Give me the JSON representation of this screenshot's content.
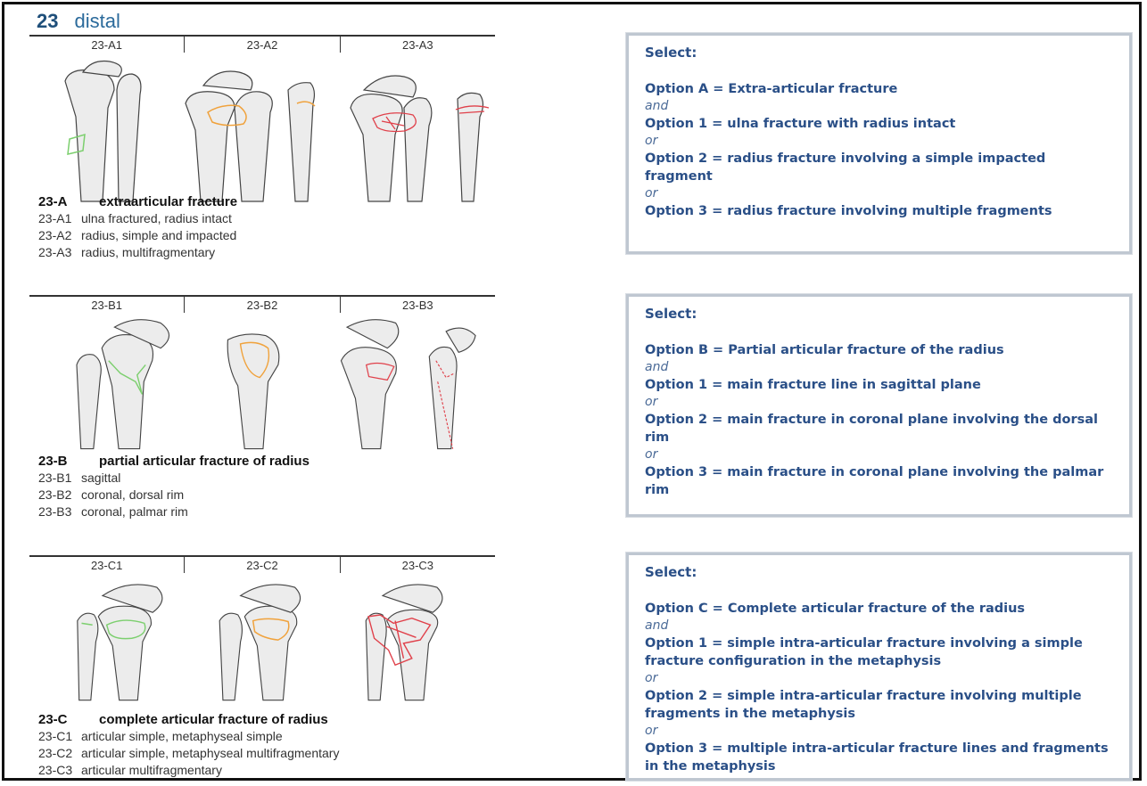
{
  "header": {
    "number": "23",
    "word": "distal"
  },
  "groups": [
    {
      "codes": [
        "23-A1",
        "23-A2",
        "23-A3"
      ],
      "title_code": "23-A",
      "title_text": "extraarticular fracture",
      "rows": [
        {
          "code": "23-A1",
          "text": "ulna fractured, radius intact"
        },
        {
          "code": "23-A2",
          "text": "radius, simple and impacted"
        },
        {
          "code": "23-A3",
          "text": "radius, multifragmentary"
        }
      ]
    },
    {
      "codes": [
        "23-B1",
        "23-B2",
        "23-B3"
      ],
      "title_code": "23-B",
      "title_text": "partial articular fracture of radius",
      "rows": [
        {
          "code": "23-B1",
          "text": "sagittal"
        },
        {
          "code": "23-B2",
          "text": "coronal, dorsal rim"
        },
        {
          "code": "23-B3",
          "text": "coronal, palmar rim"
        }
      ]
    },
    {
      "codes": [
        "23-C1",
        "23-C2",
        "23-C3"
      ],
      "title_code": "23-C",
      "title_text": "complete articular fracture of radius",
      "rows": [
        {
          "code": "23-C1",
          "text": "articular simple, metaphyseal simple"
        },
        {
          "code": "23-C2",
          "text": "articular simple, metaphyseal multifragmentary"
        },
        {
          "code": "23-C3",
          "text": "articular multifragmentary"
        }
      ]
    }
  ],
  "boxes": [
    {
      "select": "Select:",
      "lines": [
        {
          "kind": "opt",
          "text": "Option A = Extra-articular fracture"
        },
        {
          "kind": "conj",
          "text": "and"
        },
        {
          "kind": "opt",
          "text": "Option 1 = ulna fracture with radius intact"
        },
        {
          "kind": "conj",
          "text": "or"
        },
        {
          "kind": "opt",
          "text": "Option 2 = radius fracture involving a simple impacted fragment"
        },
        {
          "kind": "conj",
          "text": "or"
        },
        {
          "kind": "opt",
          "text": "Option 3 = radius fracture involving multiple fragments"
        }
      ]
    },
    {
      "select": "Select:",
      "lines": [
        {
          "kind": "opt",
          "text": "Option B = Partial articular fracture of the radius"
        },
        {
          "kind": "conj",
          "text": "and"
        },
        {
          "kind": "opt",
          "text": "Option 1 = main fracture line in sagittal plane"
        },
        {
          "kind": "conj",
          "text": "or"
        },
        {
          "kind": "opt",
          "text": "Option 2 = main fracture in coronal plane involving the dorsal rim"
        },
        {
          "kind": "conj",
          "text": "or"
        },
        {
          "kind": "opt",
          "text": "Option 3 = main fracture in coronal plane involving the palmar rim"
        }
      ]
    },
    {
      "select": "Select:",
      "lines": [
        {
          "kind": "opt",
          "text": "Option C = Complete articular fracture of the radius"
        },
        {
          "kind": "conj",
          "text": "and"
        },
        {
          "kind": "opt",
          "text": "Option 1 = simple intra-articular fracture involving a simple fracture configuration in the metaphysis"
        },
        {
          "kind": "conj",
          "text": "or"
        },
        {
          "kind": "opt",
          "text": "Option 2 = simple intra-articular fracture involving multiple fragments in the metaphysis"
        },
        {
          "kind": "conj",
          "text": "or"
        },
        {
          "kind": "opt",
          "text": "Option 3 = multiple intra-articular fracture lines and fragments in the metaphysis"
        }
      ]
    }
  ],
  "colors": {
    "green": "#7ccf6e",
    "orange": "#f0a23c",
    "red": "#e0404a",
    "bone": "#ebebeb"
  }
}
